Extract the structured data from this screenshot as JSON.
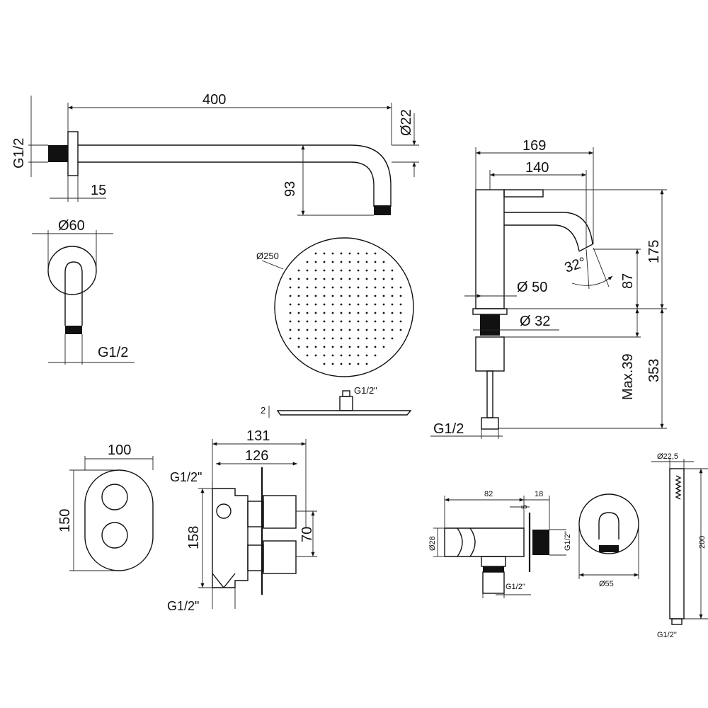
{
  "arm": {
    "length": "400",
    "diameter": "Ø22",
    "thread": "G1/2",
    "flange_gap": "15",
    "drop": "93"
  },
  "flange": {
    "diameter": "Ø60",
    "thread": "G1/2"
  },
  "shower_head": {
    "diameter": "Ø250",
    "thickness": "2",
    "thread": "G1/2\""
  },
  "mixer_tap": {
    "width_total": "169",
    "reach": "140",
    "height": "175",
    "spout_angle": "32°",
    "spout_height": "87",
    "body_diameter": "Ø 50",
    "shank_diameter": "Ø 32",
    "max_thickness": "Max.39",
    "shank_length": "353",
    "connector_thread": "G1/2"
  },
  "control_plate": {
    "width": "100",
    "height": "150"
  },
  "valve_body": {
    "depth_total": "131",
    "depth_inner": "126",
    "height": "158",
    "axis_spacing": "70",
    "inlet_top": "G1/2\"",
    "inlet_bottom": "G1/2\""
  },
  "wall_outlet": {
    "length": "82",
    "flange": "18",
    "gap": "5",
    "diameter": "Ø28",
    "thread_side": "G1/2\"",
    "thread_bottom": "G1/2\"",
    "cover_diameter": "Ø55"
  },
  "hand_shower": {
    "diameter": "Ø22,5",
    "length": "200",
    "thread": "G1/2\""
  }
}
